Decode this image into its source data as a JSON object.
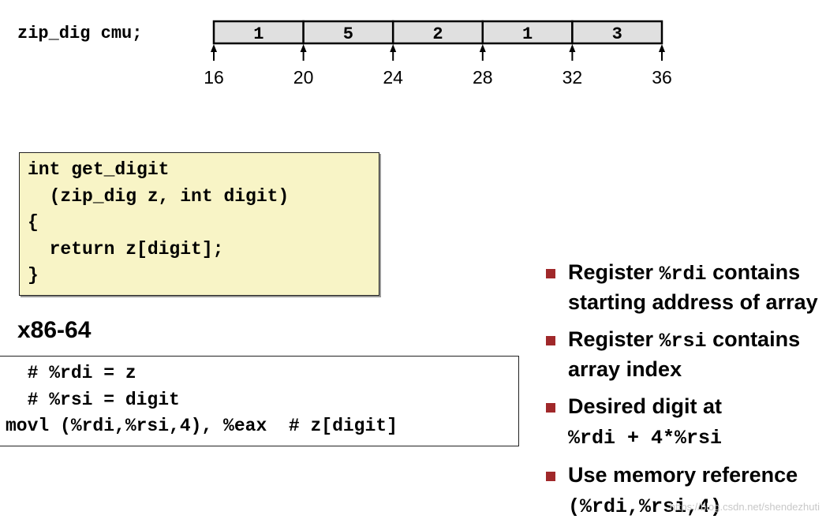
{
  "array_diagram": {
    "declaration": "zip_dig cmu;",
    "cells": [
      "1",
      "5",
      "2",
      "1",
      "3"
    ],
    "addresses": [
      "16",
      "20",
      "24",
      "28",
      "32",
      "36"
    ],
    "cell_fill": "#e0e0e0"
  },
  "c_code": {
    "lines": [
      "int get_digit",
      "  (zip_dig z, int digit)",
      "{",
      "  return z[digit];",
      "}"
    ],
    "background": "#f8f4c6"
  },
  "asm_heading": "x86-64",
  "asm_code": {
    "lines": [
      "  # %rdi = z",
      "  # %rsi = digit",
      "movl (%rdi,%rsi,4), %eax  # z[digit]"
    ]
  },
  "bullets": [
    {
      "lines": [
        [
          {
            "t": "Register ",
            "mono": false
          },
          {
            "t": "%rdi",
            "mono": true
          },
          {
            "t": " contains",
            "mono": false
          }
        ],
        [
          {
            "t": "starting address of array",
            "mono": false
          }
        ]
      ]
    },
    {
      "lines": [
        [
          {
            "t": "Register ",
            "mono": false
          },
          {
            "t": "%rsi",
            "mono": true
          },
          {
            "t": " contains",
            "mono": false
          }
        ],
        [
          {
            "t": "array index",
            "mono": false
          }
        ]
      ]
    },
    {
      "lines": [
        [
          {
            "t": "Desired digit at",
            "mono": false
          }
        ],
        [
          {
            "t": "%rdi + 4*%rsi",
            "mono": true
          }
        ]
      ]
    },
    {
      "lines": [
        [
          {
            "t": "Use memory reference",
            "mono": false
          }
        ],
        [
          {
            "t": "(%rdi,%rsi,4)",
            "mono": true
          }
        ]
      ]
    }
  ],
  "bullet_color": "#a0282a",
  "watermark": "https://blog.csdn.net/shendezhuti"
}
